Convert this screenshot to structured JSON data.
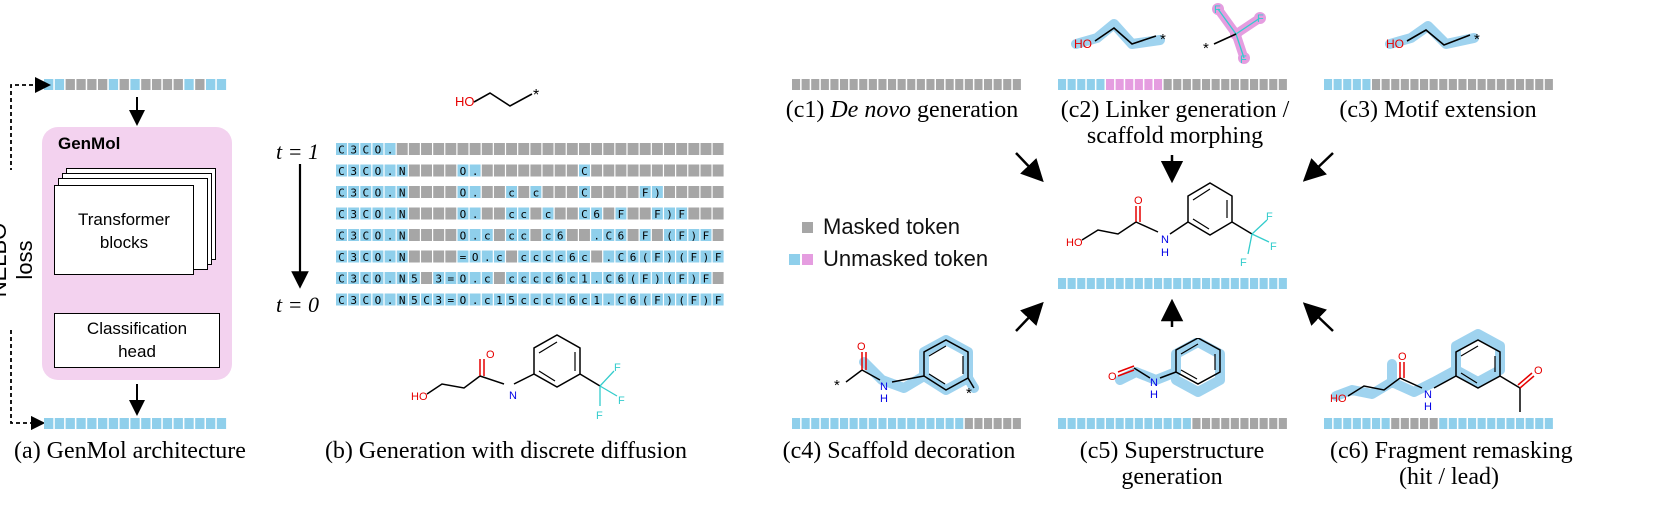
{
  "panel_a": {
    "model_name": "GenMol",
    "transformer_label_1": "Transformer",
    "transformer_label_2": "blocks",
    "head_label_1": "Classification",
    "head_label_2": "head",
    "loss_label": "NELBO loss",
    "caption": "(a) GenMol architecture",
    "top_sequence": [
      "U",
      "U",
      "M",
      "M",
      "M",
      "M",
      "U",
      "M",
      "U",
      "M",
      "M",
      "M",
      "M",
      "U",
      "M",
      "U",
      "U"
    ],
    "bottom_sequence": [
      "U",
      "U",
      "U",
      "U",
      "U",
      "U",
      "U",
      "U",
      "U",
      "U",
      "U",
      "U",
      "U",
      "U",
      "U",
      "U",
      "U"
    ]
  },
  "panel_b": {
    "t_start": "t = 1",
    "t_end": "t = 0",
    "rows": [
      [
        "C",
        "3",
        "C",
        "O",
        "."
      ],
      [
        "C",
        "3",
        "C",
        "O",
        ".",
        "N",
        "",
        "",
        "",
        "",
        "O",
        ".",
        "",
        "",
        "",
        "",
        "",
        "",
        "",
        "",
        "C"
      ],
      [
        "C",
        "3",
        "C",
        "O",
        ".",
        "N",
        "",
        "",
        "",
        "",
        "O",
        ".",
        "",
        "",
        "c",
        "",
        "c",
        "",
        "",
        "",
        "C",
        "",
        "",
        "",
        "",
        "F",
        ")"
      ],
      [
        "C",
        "3",
        "C",
        "O",
        ".",
        "N",
        "",
        "",
        "",
        "",
        "O",
        ".",
        "",
        "",
        "c",
        "c",
        "",
        "c",
        "",
        "",
        "C",
        "6",
        "",
        "F",
        "",
        "",
        "F",
        ")",
        "F"
      ],
      [
        "C",
        "3",
        "C",
        "O",
        ".",
        "N",
        "",
        "",
        "",
        "",
        "O",
        ".",
        "c",
        "",
        "c",
        "c",
        "",
        "c",
        "6",
        "",
        "",
        ".",
        "C",
        "6",
        "",
        "F",
        "",
        "(",
        "F",
        ")",
        "F"
      ],
      [
        "C",
        "3",
        "C",
        "O",
        ".",
        "N",
        "",
        "",
        "",
        "",
        "=",
        "O",
        ".",
        "c",
        "",
        "c",
        "c",
        "c",
        "c",
        "6",
        "c",
        "",
        ".",
        "C",
        "6",
        "(",
        "F",
        ")",
        "(",
        "F",
        ")",
        "F"
      ],
      [
        "C",
        "3",
        "C",
        "O",
        ".",
        "N",
        "5",
        "",
        "3",
        "=",
        "O",
        ".",
        "c",
        "",
        "c",
        "c",
        "c",
        "c",
        "6",
        "c",
        "1",
        ".",
        "C",
        "6",
        "(",
        "F",
        ")",
        "(",
        "F",
        ")",
        "F"
      ],
      [
        "C",
        "3",
        "C",
        "O",
        ".",
        "N",
        "5",
        "C",
        "3",
        "=",
        "O",
        ".",
        "c",
        "1",
        "5",
        "c",
        "c",
        "c",
        "c",
        "6",
        "c",
        "1",
        ".",
        "C",
        "6",
        "(",
        "F",
        ")",
        "(",
        "F",
        ")",
        "F"
      ]
    ],
    "caption": "(b) Generation with discrete diffusion"
  },
  "panel_c": {
    "c1_caption": "(c1) ",
    "c1_caption_italic": "De novo",
    "c1_caption_rest": " generation",
    "c2_caption_1": "(c2) Linker generation /",
    "c2_caption_2": "scaffold morphing",
    "c3_caption": "(c3) Motif extension",
    "c4_caption": "(c4) Scaffold decoration",
    "c5_caption_1": "(c5) Superstructure",
    "c5_caption_2": "generation",
    "c6_caption_1": "(c6) Fragment remasking",
    "c6_caption_2": "(hit / lead)",
    "legend_masked": "Masked token",
    "legend_unmasked": "Unmasked token",
    "c1_seq": [
      "M",
      "M",
      "M",
      "M",
      "M",
      "M",
      "M",
      "M",
      "M",
      "M",
      "M",
      "M",
      "M",
      "M",
      "M",
      "M",
      "M",
      "M",
      "M",
      "M",
      "M",
      "M",
      "M",
      "M"
    ],
    "c2_seq": [
      "U",
      "U",
      "U",
      "U",
      "U",
      "P",
      "P",
      "P",
      "P",
      "P",
      "P",
      "M",
      "M",
      "M",
      "M",
      "M",
      "M",
      "M",
      "M",
      "M",
      "M",
      "M",
      "M",
      "M"
    ],
    "c3_seq": [
      "U",
      "U",
      "U",
      "U",
      "U",
      "M",
      "M",
      "M",
      "M",
      "M",
      "M",
      "M",
      "M",
      "M",
      "M",
      "M",
      "M",
      "M",
      "M",
      "M",
      "M",
      "M",
      "M",
      "M"
    ],
    "center_seq": [
      "U",
      "U",
      "U",
      "U",
      "U",
      "U",
      "U",
      "U",
      "U",
      "U",
      "U",
      "U",
      "U",
      "U",
      "U",
      "U",
      "U",
      "U",
      "U",
      "U",
      "U",
      "U",
      "U",
      "U"
    ],
    "c4_seq": [
      "U",
      "U",
      "U",
      "U",
      "U",
      "U",
      "U",
      "U",
      "U",
      "U",
      "U",
      "U",
      "U",
      "U",
      "U",
      "U",
      "U",
      "U",
      "M",
      "M",
      "M",
      "M",
      "M",
      "M"
    ],
    "c5_seq": [
      "U",
      "U",
      "U",
      "U",
      "U",
      "U",
      "U",
      "U",
      "U",
      "U",
      "U",
      "U",
      "U",
      "U",
      "M",
      "M",
      "M",
      "M",
      "M",
      "M",
      "M",
      "M",
      "M",
      "M"
    ],
    "c6_seq": [
      "U",
      "U",
      "U",
      "U",
      "U",
      "U",
      "U",
      "M",
      "M",
      "M",
      "M",
      "M",
      "U",
      "U",
      "U",
      "U",
      "U",
      "U",
      "U",
      "U",
      "U",
      "U",
      "U",
      "U"
    ]
  },
  "molecules": {
    "oh": "HO",
    "o": "O",
    "n_h": "H",
    "n": "N",
    "f": "F",
    "star": "*"
  },
  "colors": {
    "masked": "#a6a6a6",
    "unmasked": "#8fcfeb",
    "prompt": "#e59de0",
    "genmol_bg": "#f3d2ef",
    "oxygen": "#e60000",
    "nitrogen": "#0000e6",
    "fluorine": "#33cccc",
    "highlight": "#9fd3ef"
  }
}
